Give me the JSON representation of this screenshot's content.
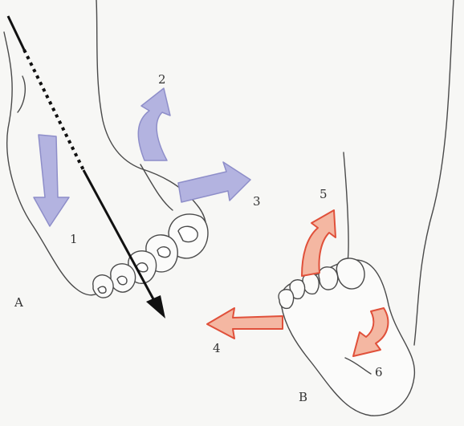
{
  "labels": {
    "one": "1",
    "two": "2",
    "three": "3",
    "four": "4",
    "five": "5",
    "six": "6",
    "panel_a": "A",
    "panel_b": "B"
  },
  "colors": {
    "background": "#f7f7f5",
    "skin_outline": "#4a4a4a",
    "axis_line": "#111111",
    "blue_arrow_fill": "#b3b3e0",
    "blue_arrow_stroke": "#8e8ec9",
    "red_arrow_fill": "#f4b7a2",
    "red_arrow_stroke": "#e0503a"
  },
  "icons": [
    "axis-arrow",
    "blue-arrow",
    "red-arrow",
    "foot-outline"
  ]
}
